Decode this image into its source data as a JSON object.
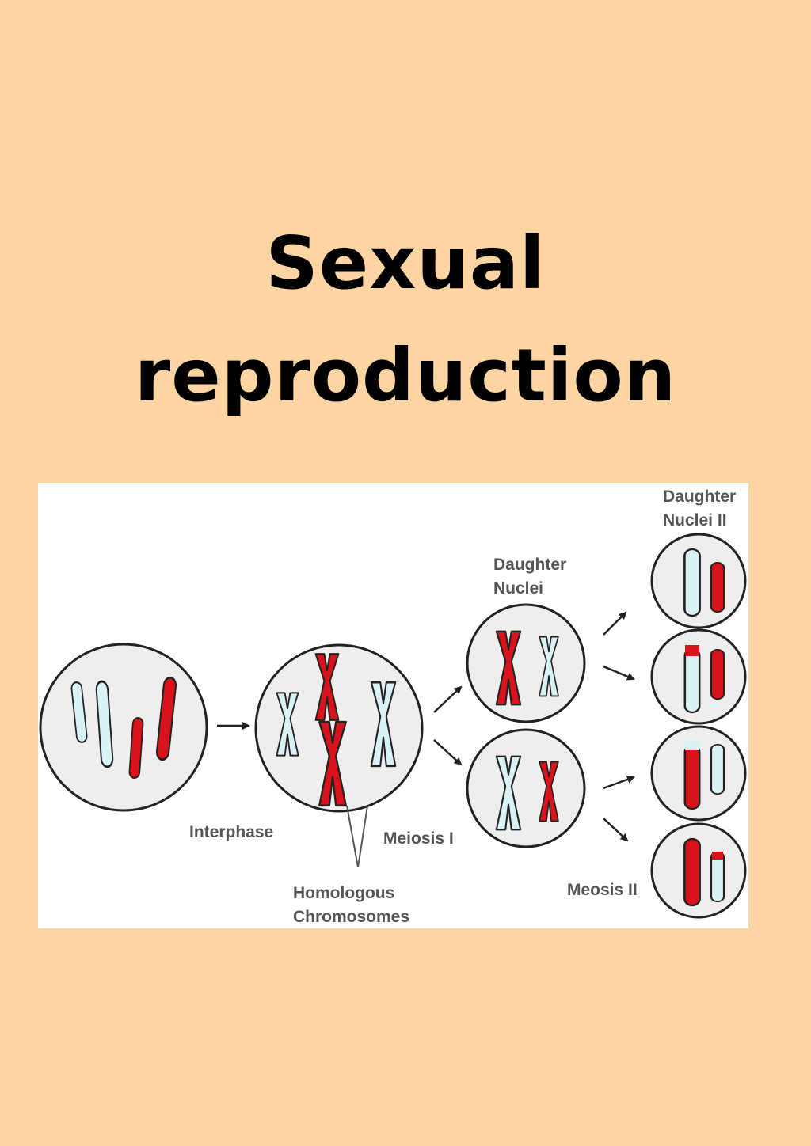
{
  "page": {
    "background": "#FDD5A2",
    "title_lines": [
      "Sexual",
      "reproduction"
    ]
  },
  "diagram": {
    "colors": {
      "cell_fill": "#EFEEEC",
      "outline": "#222222",
      "chromosome_red": "#D8131B",
      "chromosome_blue": "#D9F2F5",
      "label_gray": "#555555"
    },
    "labels": {
      "interphase": "Interphase",
      "meiosis_1": "Meiosis I",
      "homologous_line1": "Homologous",
      "homologous_line2": "Chromosomes",
      "daughter_nuclei_line1": "Daughter",
      "daughter_nuclei_line2": "Nuclei",
      "daughter_nuclei_2_line1": "Daughter",
      "daughter_nuclei_2_line2": "Nuclei II",
      "meiosis_2": "Meosis II"
    }
  }
}
